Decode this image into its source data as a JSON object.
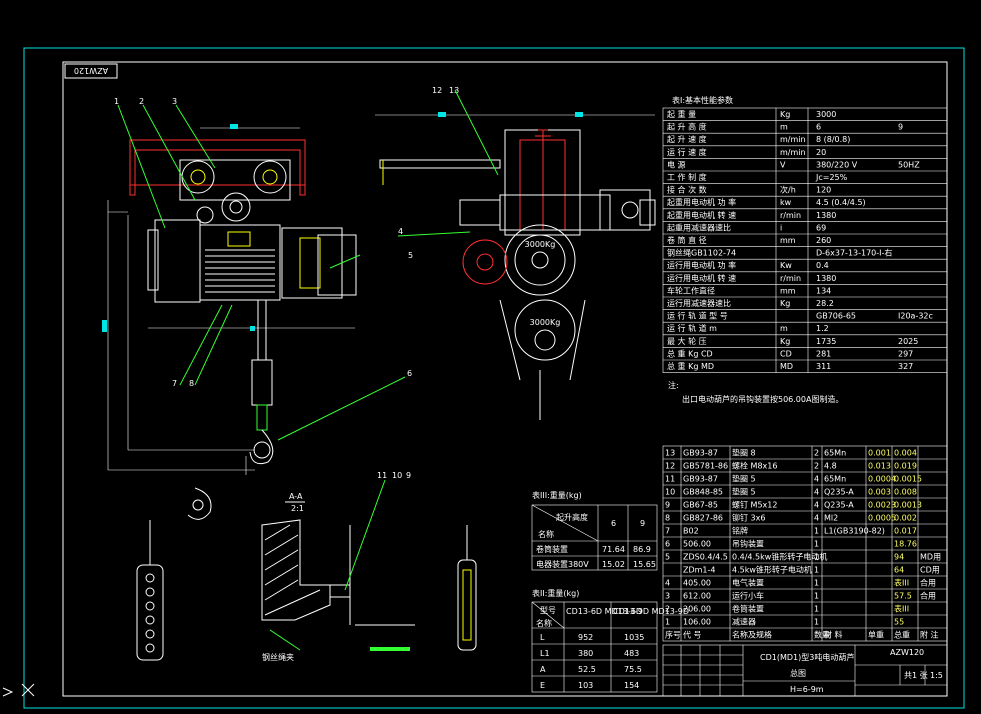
{
  "drawing": {
    "code_stamp": "AZW120",
    "callouts_left": [
      "1",
      "2",
      "3",
      "4",
      "5",
      "6",
      "7",
      "8"
    ],
    "callouts_right": [
      "12",
      "13"
    ],
    "callouts_detail": [
      "11",
      "10",
      "9"
    ],
    "section_label": "A-A",
    "section_scale": "2:1",
    "drum_label": "3000Kg",
    "leader_text": "钢丝绳夹"
  },
  "table1": {
    "title": "表Ⅰ:基本性能参数",
    "rows": [
      [
        "起 重 量",
        "Kg",
        "3000",
        ""
      ],
      [
        "起 升 高 度",
        "m",
        "6",
        "9"
      ],
      [
        "起 升 速 度",
        "m/min",
        "8 (8/0.8)",
        ""
      ],
      [
        "运 行 速 度",
        "m/min",
        "20",
        ""
      ],
      [
        "电 源",
        "V",
        "380/220 V",
        "50HZ"
      ],
      [
        "工 作 制 度",
        "",
        "Jc=25%",
        ""
      ],
      [
        "接 合 次 数",
        "次/h",
        "120",
        ""
      ],
      [
        "起重用电动机 功 率",
        "kw",
        "4.5 (0.4/4.5)",
        ""
      ],
      [
        "起重用电动机 转 速",
        "r/min",
        "1380",
        ""
      ],
      [
        "起重用减速器速比",
        "i",
        "69",
        ""
      ],
      [
        "卷 筒 直 径",
        "mm",
        "260",
        ""
      ],
      [
        "钢丝绳GB1102-74",
        "",
        "D-6x37-13-170-Ⅰ-右",
        ""
      ],
      [
        "运行用电动机 功 率",
        "Kw",
        "0.4",
        ""
      ],
      [
        "运行用电动机 转 速",
        "r/min",
        "1380",
        ""
      ],
      [
        "车轮工作直径",
        "mm",
        "134",
        ""
      ],
      [
        "运行用减速器速比",
        "Kg",
        "28.2",
        ""
      ],
      [
        "运 行 轨 道 型 号",
        "",
        "GB706-65",
        "Ⅰ20a-32c"
      ],
      [
        "运 行 轨 道 m",
        "m",
        "1.2",
        ""
      ],
      [
        "最 大 轮 压",
        "Kg",
        "1735",
        "2025"
      ],
      [
        "总 重 Kg CD",
        "CD",
        "281",
        "297"
      ],
      [
        "总 重 Kg MD",
        "MD",
        "311",
        "327"
      ]
    ]
  },
  "notes": {
    "heading": "注:",
    "line1": "出口电动葫芦的吊钩装置按506.00A图制造。"
  },
  "table3": {
    "title": "表III:重量(kg)",
    "header_left": "起升高度",
    "header_name": "名称",
    "cols": [
      "6",
      "9"
    ],
    "rows": [
      [
        "卷筒装置",
        "71.64",
        "86.9"
      ],
      [
        "电器装置380V",
        "15.02",
        "15.65"
      ]
    ]
  },
  "table2": {
    "title": "表II:重量(kg)",
    "header_model": "型号",
    "header_name": "名称",
    "cols": [
      "CD13-6D MD13-6D",
      "CD13-9D MD13-9D"
    ],
    "rows": [
      [
        "L",
        "952",
        "1035"
      ],
      [
        "L1",
        "380",
        "483"
      ],
      [
        "A",
        "52.5",
        "75.5"
      ],
      [
        "E",
        "103",
        "154"
      ]
    ]
  },
  "bom": {
    "rows": [
      [
        "13",
        "GB93-87",
        "垫圈 8",
        "2",
        "65Mn",
        "0.001",
        "0.004",
        ""
      ],
      [
        "12",
        "GB5781-86",
        "螺栓 M8x16",
        "2",
        "4.8",
        "0.013",
        "0.019",
        ""
      ],
      [
        "11",
        "GB93-87",
        "垫圈 5",
        "4",
        "65Mn",
        "0.0004",
        "0.0015",
        ""
      ],
      [
        "10",
        "GB848-85",
        "垫圈 5",
        "4",
        "Q235-A",
        "0.003",
        "0.008",
        ""
      ],
      [
        "9",
        "GB67-85",
        "螺钉 M5x12",
        "4",
        "Q235-A",
        "0.0023",
        "0.0013",
        ""
      ],
      [
        "8",
        "GB827-86",
        "铆钉 3x6",
        "4",
        "Ml2",
        "0.0005",
        "0.002",
        ""
      ],
      [
        "7",
        "B02",
        "铭牌",
        "1",
        "L1(GB3190-82)",
        "",
        "0.017",
        ""
      ],
      [
        "6",
        "506.00",
        "吊钩装置",
        "1",
        "",
        "",
        "18.76",
        ""
      ],
      [
        "5",
        "ZDS0.4/4.5",
        "0.4/4.5kw锥形转子电动机",
        "1",
        "",
        "",
        "94",
        "MD用"
      ],
      [
        "",
        "ZDm1-4",
        "4.5kw锥形转子电动机",
        "1",
        "",
        "",
        "64",
        "CD用"
      ],
      [
        "4",
        "405.00",
        "电气装置",
        "1",
        "",
        "",
        "表III",
        "合用"
      ],
      [
        "3",
        "612.00",
        "运行小车",
        "1",
        "",
        "",
        "57.5",
        "合用"
      ],
      [
        "2",
        "206.00",
        "卷筒装置",
        "1",
        "",
        "",
        "表III",
        ""
      ],
      [
        "1",
        "106.00",
        "减速器",
        "1",
        "",
        "",
        "55",
        ""
      ]
    ],
    "header": [
      "序号",
      "代 号",
      "名称及规格",
      "数量",
      "材 料",
      "单重",
      "总重",
      "附 注"
    ]
  },
  "title_block": {
    "name_line1": "CD1(MD1)型3吨电动葫芦",
    "name_line2": "总图",
    "drawing_no": "AZW120",
    "sheet": "共1 张",
    "scale": "1:5",
    "spec": "H=6-9m"
  }
}
